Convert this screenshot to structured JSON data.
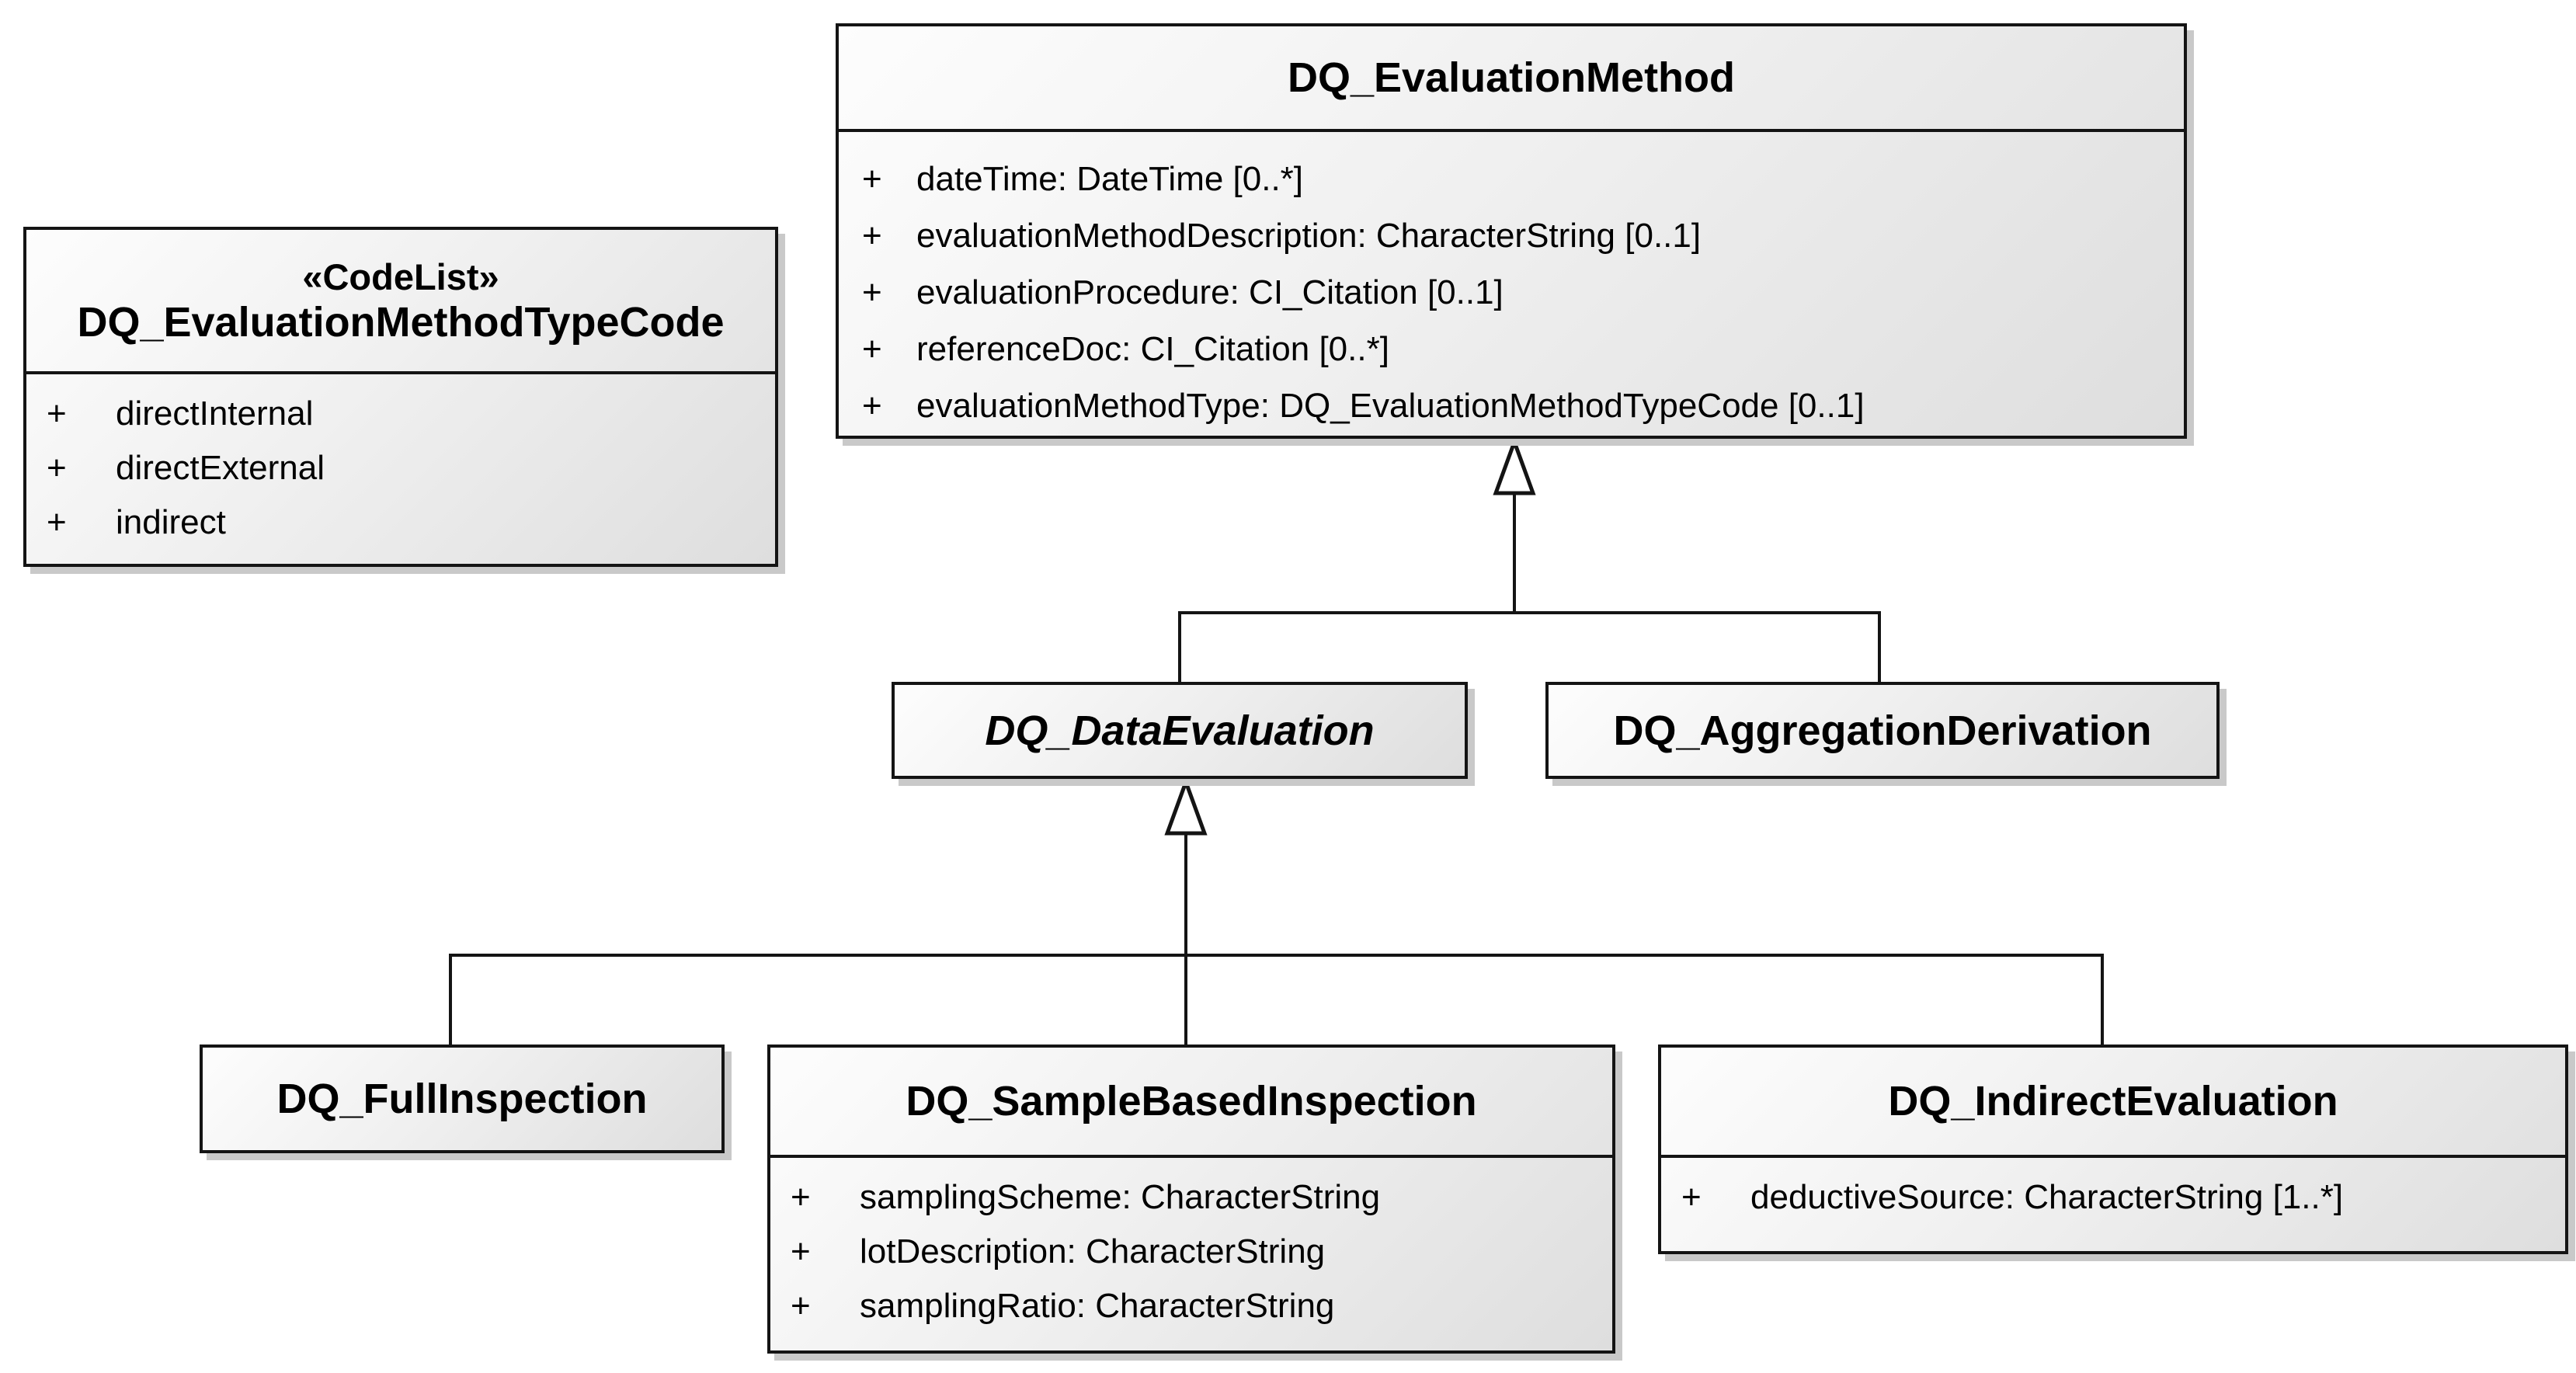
{
  "classes": {
    "code_list": {
      "stereotype": "«CodeList»",
      "name": "DQ_EvaluationMethodTypeCode",
      "attributes": [
        "directInternal",
        "directExternal",
        "indirect"
      ]
    },
    "eval_method": {
      "name": "DQ_EvaluationMethod",
      "attributes": [
        "dateTime: DateTime [0..*]",
        "evaluationMethodDescription: CharacterString [0..1]",
        "evaluationProcedure: CI_Citation [0..1]",
        "referenceDoc: CI_Citation [0..*]",
        "evaluationMethodType: DQ_EvaluationMethodTypeCode [0..1]"
      ]
    },
    "data_evaluation": {
      "name": "DQ_DataEvaluation",
      "abstract": true
    },
    "aggregation_derivation": {
      "name": "DQ_AggregationDerivation"
    },
    "full_inspection": {
      "name": "DQ_FullInspection"
    },
    "sample_based_inspection": {
      "name": "DQ_SampleBasedInspection",
      "attributes": [
        "samplingScheme: CharacterString",
        "lotDescription: CharacterString",
        "samplingRatio: CharacterString"
      ]
    },
    "indirect_evaluation": {
      "name": "DQ_IndirectEvaluation",
      "attributes": [
        "deductiveSource: CharacterString [1..*]"
      ]
    }
  },
  "symbols": {
    "visibility_public": "+"
  },
  "relationships": [
    {
      "type": "generalization",
      "from": "DQ_DataEvaluation",
      "to": "DQ_EvaluationMethod"
    },
    {
      "type": "generalization",
      "from": "DQ_AggregationDerivation",
      "to": "DQ_EvaluationMethod"
    },
    {
      "type": "generalization",
      "from": "DQ_FullInspection",
      "to": "DQ_DataEvaluation"
    },
    {
      "type": "generalization",
      "from": "DQ_SampleBasedInspection",
      "to": "DQ_DataEvaluation"
    },
    {
      "type": "generalization",
      "from": "DQ_IndirectEvaluation",
      "to": "DQ_DataEvaluation"
    }
  ],
  "colors": {
    "border": "#141414",
    "fill_light": "#fdfdfd",
    "fill_dark": "#dedede",
    "shadow": "#c9c9c9",
    "background": "#ffffff",
    "text": "#000000"
  }
}
